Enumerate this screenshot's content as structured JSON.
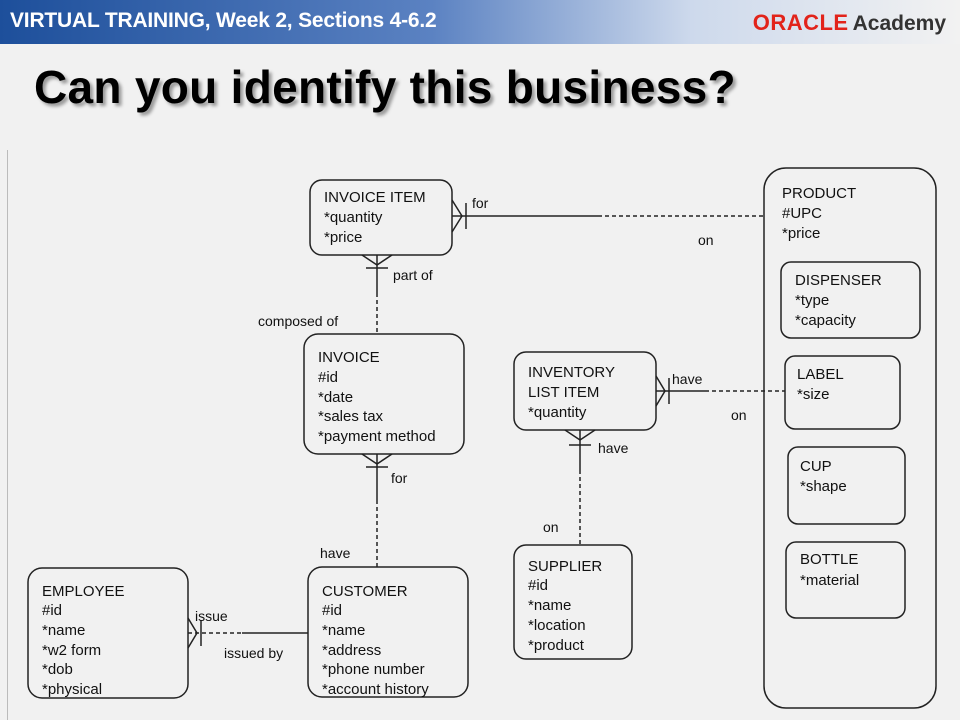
{
  "header": {
    "title": "VIRTUAL TRAINING, Week 2, Sections 4-6.2",
    "logo_oracle": "ORACLE",
    "logo_academy": "Academy"
  },
  "slide": {
    "title": "Can you identify this business?"
  },
  "entities": {
    "invoice_item": {
      "name": "INVOICE ITEM",
      "attrs": [
        "*quantity",
        "*price"
      ]
    },
    "invoice": {
      "name": "INVOICE",
      "attrs": [
        "#id",
        "*date",
        "*sales tax",
        "*payment method"
      ]
    },
    "customer": {
      "name": "CUSTOMER",
      "attrs": [
        "#id",
        "*name",
        "*address",
        "*phone number",
        "*account history"
      ]
    },
    "employee": {
      "name": "EMPLOYEE",
      "attrs": [
        "#id",
        "*name",
        "*w2 form",
        "*dob",
        "*physical"
      ]
    },
    "inventory_list_item": {
      "name1": "INVENTORY",
      "name2": "LIST ITEM",
      "attrs": [
        "*quantity"
      ]
    },
    "supplier": {
      "name": "SUPPLIER",
      "attrs": [
        "#id",
        "*name",
        "*location",
        "*product"
      ]
    },
    "product": {
      "name": "PRODUCT",
      "attrs": [
        "#UPC",
        "*price"
      ]
    },
    "dispenser": {
      "name": "DISPENSER",
      "attrs": [
        "*type",
        "*capacity"
      ]
    },
    "label": {
      "name": "LABEL",
      "attrs": [
        "*size"
      ]
    },
    "cup": {
      "name": "CUP",
      "attrs": [
        "*shape"
      ]
    },
    "bottle": {
      "name": "BOTTLE",
      "attrs": [
        "*material"
      ]
    }
  },
  "relationships": {
    "item_product_for": "for",
    "item_product_on": "on",
    "item_invoice_part_of": "part of",
    "item_invoice_composed_of": "composed of",
    "invoice_customer_for": "for",
    "invoice_customer_have": "have",
    "employee_customer_issue": "issue",
    "employee_customer_issued_by": "issued by",
    "inventory_product_have": "have",
    "inventory_product_on": "on",
    "inventory_supplier_have": "have",
    "inventory_supplier_on": "on"
  }
}
